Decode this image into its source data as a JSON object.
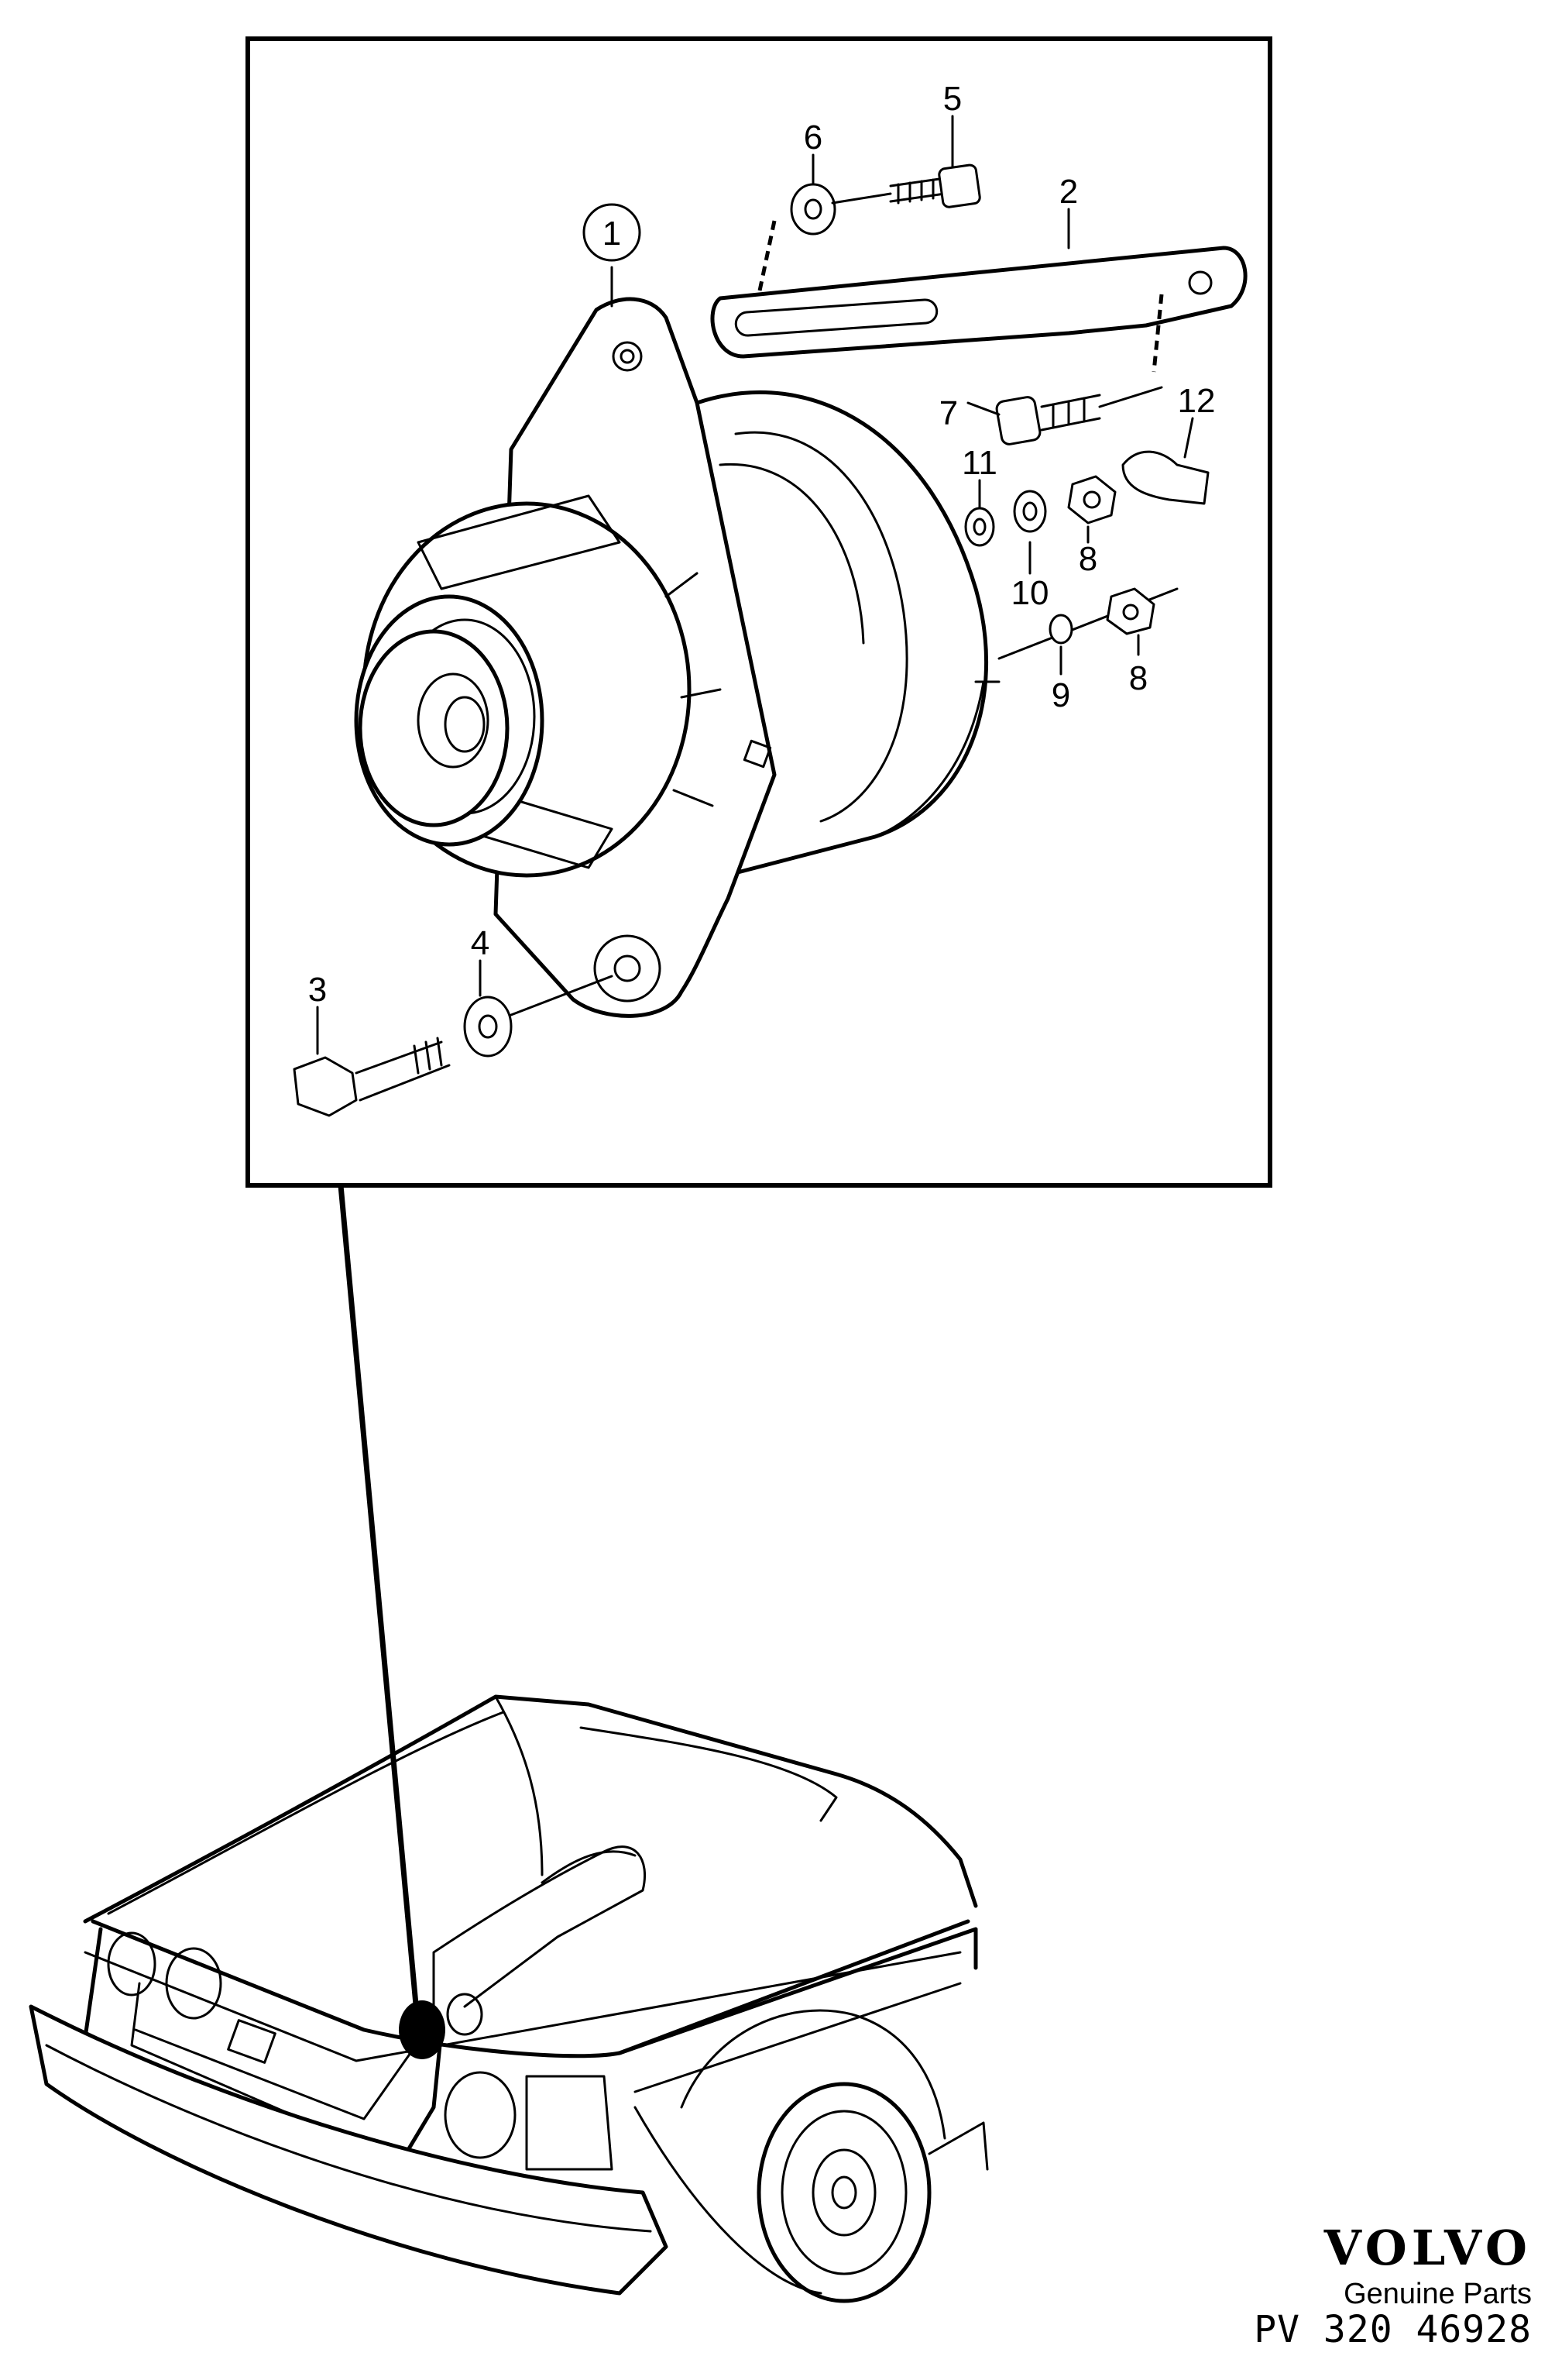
{
  "callouts": [
    {
      "id": "1",
      "label": "1"
    },
    {
      "id": "2",
      "label": "2"
    },
    {
      "id": "3",
      "label": "3"
    },
    {
      "id": "4",
      "label": "4"
    },
    {
      "id": "5",
      "label": "5"
    },
    {
      "id": "6",
      "label": "6"
    },
    {
      "id": "7",
      "label": "7"
    },
    {
      "id": "8a",
      "label": "8"
    },
    {
      "id": "8b",
      "label": "8"
    },
    {
      "id": "9",
      "label": "9"
    },
    {
      "id": "10",
      "label": "10"
    },
    {
      "id": "11",
      "label": "11"
    },
    {
      "id": "12",
      "label": "12"
    }
  ],
  "brand": {
    "logo": "VOLVO",
    "subtitle": "Genuine Parts",
    "code": "PV 320 46928"
  }
}
